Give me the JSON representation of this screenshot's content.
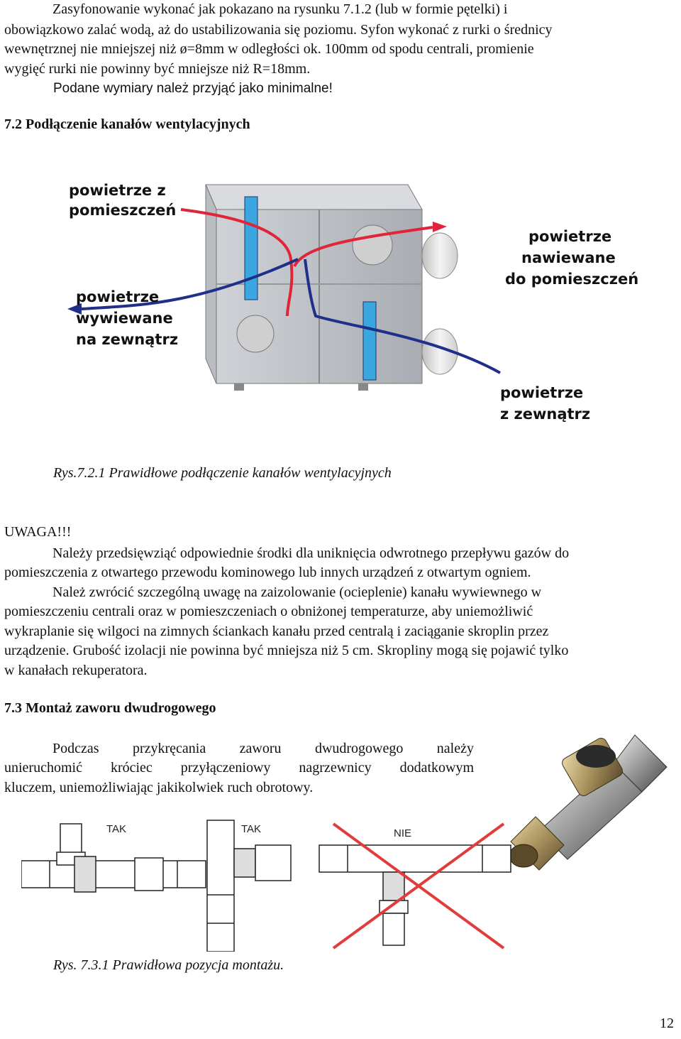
{
  "intro": {
    "line1": "Zasyfonowanie wykonać jak pokazano na rysunku 7.1.2 (lub w formie pętelki) i",
    "line2": "obowiązkowo zalać wodą, aż do ustabilizowania się poziomu. Syfon wykonać z rurki o średnicy",
    "line3": "wewnętrznej nie mniejszej niż ø=8mm  w odległości ok. 100mm od spodu centrali, promienie",
    "line4": "wygięć rurki nie powinny być mniejsze niż R=18mm.",
    "line5": "Podane wymiary należ przyjąć jako minimalne!"
  },
  "section_72": {
    "heading": "7.2 Podłączenie kanałów wentylacyjnych"
  },
  "figure_721": {
    "label_top_left_1": "powietrze z",
    "label_top_left_2": "pomieszczeń",
    "label_bottom_left_1": "powietrze",
    "label_bottom_left_2": "wywiewane",
    "label_bottom_left_3": "na zewnątrz",
    "label_top_right_1": "powietrze",
    "label_top_right_2": "nawiewane",
    "label_top_right_3": "do pomieszczeń",
    "label_bottom_right_1": "powietrze",
    "label_bottom_right_2": "z zewnątrz",
    "caption": "Rys.7.2.1 Prawidłowe podłączenie kanałów wentylacyjnych",
    "colors": {
      "warm_arrow": "#e0243a",
      "cold_arrow": "#1f2f8a",
      "exchanger": "#3aa7e0"
    }
  },
  "warning": {
    "title": "UWAGA!!!",
    "p1_line1": "Należy przedsięwziąć odpowiednie środki dla uniknięcia odwrotnego przepływu gazów do",
    "p1_line2": "pomieszczenia z otwartego przewodu kominowego lub innych urządzeń z otwartym ogniem.",
    "p2_line1": "Należ zwrócić szczególną uwagę na zaizolowanie (ocieplenie) kanału wywiewnego w",
    "p2_line2": "pomieszczeniu centrali oraz w pomieszczeniach o obniżonej temperaturze, aby uniemożliwić",
    "p2_line3": "wykraplanie się wilgoci na zimnych ściankach kanału przed centralą i zaciąganie skroplin przez",
    "p2_line4": "urządzenie. Grubość izolacji nie powinna być mniejsza niż 5 cm. Skropliny mogą się pojawić tylko",
    "p2_line5": "w kanałach rekuperatora."
  },
  "section_73": {
    "heading": "7.3 Montaż zaworu dwudrogowego",
    "p_line1": "Podczas przykręcania zaworu dwudrogowego należy",
    "p_line2": "unieruchomić króciec przyłączeniowy nagrzewnicy dodatkowym",
    "p_line3": "kluczem, uniemożliwiając jakikolwiek ruch obrotowy."
  },
  "figure_731": {
    "tak1": "TAK",
    "tak2": "TAK",
    "nie": "NIE",
    "caption": "Rys. 7.3.1 Prawidłowa pozycja montażu."
  },
  "page_number": "12"
}
